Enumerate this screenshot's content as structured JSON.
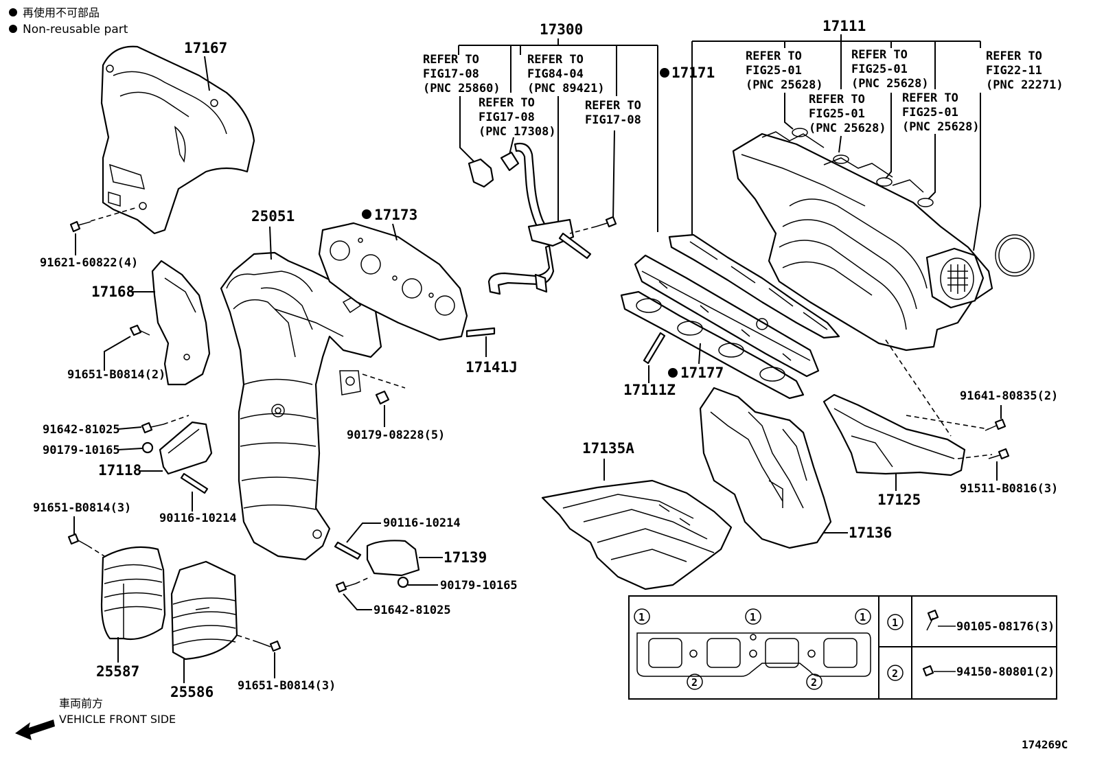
{
  "legend": {
    "non_reusable_jp": "再使用不可部品",
    "non_reusable_en": "Non-reusable part"
  },
  "front_side": {
    "jp": "車両前方",
    "en": "VEHICLE FRONT SIDE"
  },
  "figure_code": "174269C",
  "part_numbers": {
    "p17167": "17167",
    "p17168": "17168",
    "p25051": "25051",
    "p17173": "17173",
    "p17300": "17300",
    "p17171": "17171",
    "p17111": "17111",
    "p17141J": "17141J",
    "p17111Z": "17111Z",
    "p17177": "17177",
    "p17135A": "17135A",
    "p17136": "17136",
    "p17125": "17125",
    "p17118": "17118",
    "p17139": "17139",
    "p25587": "25587",
    "p25586": "25586",
    "b91621": "91621-60822(4)",
    "b91651a": "91651-B0814(2)",
    "b91642a": "91642-81025",
    "b90179a": "90179-10165",
    "b90116a": "90116-10214",
    "b91651b": "91651-B0814(3)",
    "b90179b": "90179-08228(5)",
    "b90116b": "90116-10214",
    "b90179c": "90179-10165",
    "b91642b": "91642-81025",
    "b91651c": "91651-B0814(3)",
    "b91641": "91641-80835(2)",
    "b91511": "91511-B0816(3)"
  },
  "references": {
    "r1": {
      "l1": "REFER TO",
      "l2": "FIG17-08",
      "l3": "(PNC 25860)"
    },
    "r2": {
      "l1": "REFER TO",
      "l2": "FIG84-04",
      "l3": "(PNC 89421)"
    },
    "r3": {
      "l1": "REFER TO",
      "l2": "FIG17-08",
      "l3": "(PNC 17308)"
    },
    "r4": {
      "l1": "REFER TO",
      "l2": "FIG17-08"
    },
    "r5": {
      "l1": "REFER TO",
      "l2": "FIG25-01",
      "l3": "(PNC 25628)"
    },
    "r6": {
      "l1": "REFER TO",
      "l2": "FIG25-01",
      "l3": "(PNC 25628)"
    },
    "r7": {
      "l1": "REFER TO",
      "l2": "FIG22-11",
      "l3": "(PNC 22271)"
    },
    "r8": {
      "l1": "REFER TO",
      "l2": "FIG25-01",
      "l3": "(PNC 25628)"
    },
    "r9": {
      "l1": "REFER TO",
      "l2": "FIG25-01",
      "l3": "(PNC 25628)"
    }
  },
  "table": {
    "circle1": "1",
    "circle2": "2",
    "row1_part": "90105-08176(3)",
    "row2_part": "94150-80801(2)"
  }
}
